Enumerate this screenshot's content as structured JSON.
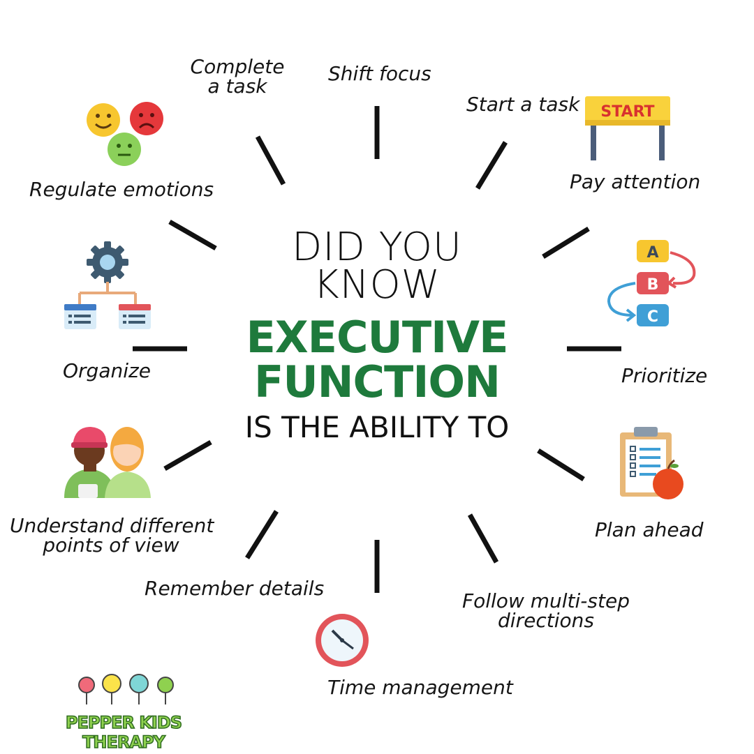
{
  "center": {
    "line1": "DID YOU",
    "line2": "KNOW",
    "highlight1": "EXECUTIVE",
    "highlight2": "FUNCTION",
    "line3": "IS THE ABILITY TO"
  },
  "skills": {
    "complete_task_1": "Complete",
    "complete_task_2": "a task",
    "shift_focus": "Shift focus",
    "start_task": "Start a task",
    "pay_attention": "Pay attention",
    "regulate_emotions": "Regulate emotions",
    "organize": "Organize",
    "prioritize": "Prioritize",
    "understand_1": "Understand different",
    "understand_2": "points of view",
    "plan_ahead": "Plan ahead",
    "remember_details": "Remember details",
    "follow_1": "Follow multi-step",
    "follow_2": "directions",
    "time_management": "Time management"
  },
  "icons": {
    "start_sign_text": "START",
    "abc": [
      "A",
      "B",
      "C"
    ]
  },
  "logo": {
    "text": "PEPPER KIDS THERAPY"
  },
  "colors": {
    "accent_green": "#1e7a3c",
    "text": "#151515"
  }
}
